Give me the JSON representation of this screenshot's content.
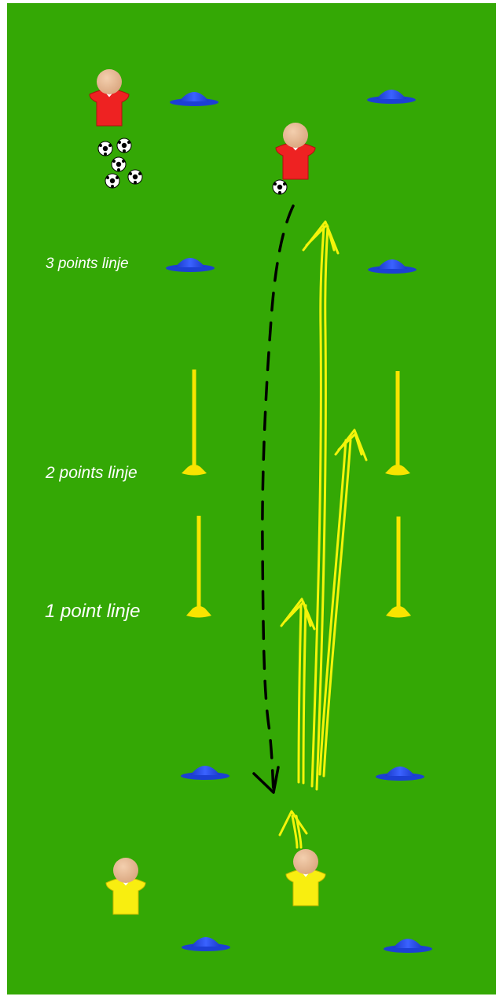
{
  "diagram": {
    "type": "football-drill",
    "colors": {
      "pitch": "#34a805",
      "border": "#ffffff",
      "cone": "#2248e0",
      "pole": "#f8e400",
      "attacker_shirt": "#ee2222",
      "runner_shirt": "#f8ee10",
      "skin": "#e7b995",
      "pass_arrow": "#000000",
      "run_arrow": "#f4f40a"
    },
    "labels": {
      "line3": "3 points linje",
      "line2": "2 points linje",
      "line1": "1 point linje"
    },
    "players": [
      {
        "team": "red",
        "role": "server-with-balls"
      },
      {
        "team": "red",
        "role": "passer"
      },
      {
        "team": "yellow",
        "role": "waiting"
      },
      {
        "team": "yellow",
        "role": "runner"
      }
    ],
    "ball_count": 6,
    "cone_count": 8,
    "pole_count": 4,
    "icons": [
      "player-icon",
      "ball-icon",
      "cone-icon",
      "pole-icon",
      "dashed-arrow",
      "run-arrow"
    ]
  }
}
